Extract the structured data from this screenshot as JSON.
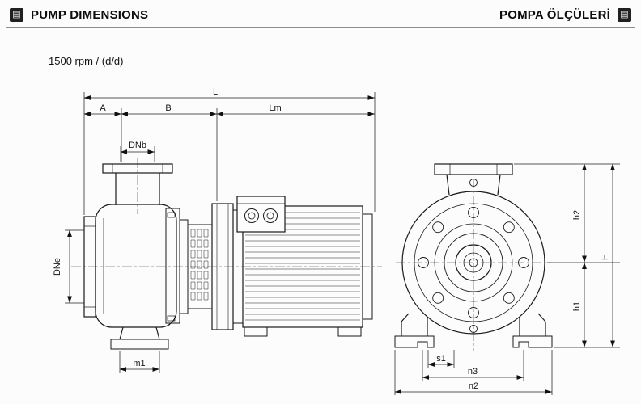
{
  "header": {
    "title_left": "PUMP DIMENSIONS",
    "title_right": "POMPA ÖLÇÜLERİ",
    "icon_glyph": "▤"
  },
  "subtitle": "1500 rpm / (d/d)",
  "drawing": {
    "labels": {
      "L": "L",
      "A": "A",
      "B": "B",
      "Lm": "Lm",
      "DNb": "DNb",
      "DNe": "DNe",
      "m1": "m1",
      "h2": "h2",
      "h1": "h1",
      "H": "H",
      "s1": "s1",
      "n3": "n3",
      "n2": "n2"
    }
  }
}
